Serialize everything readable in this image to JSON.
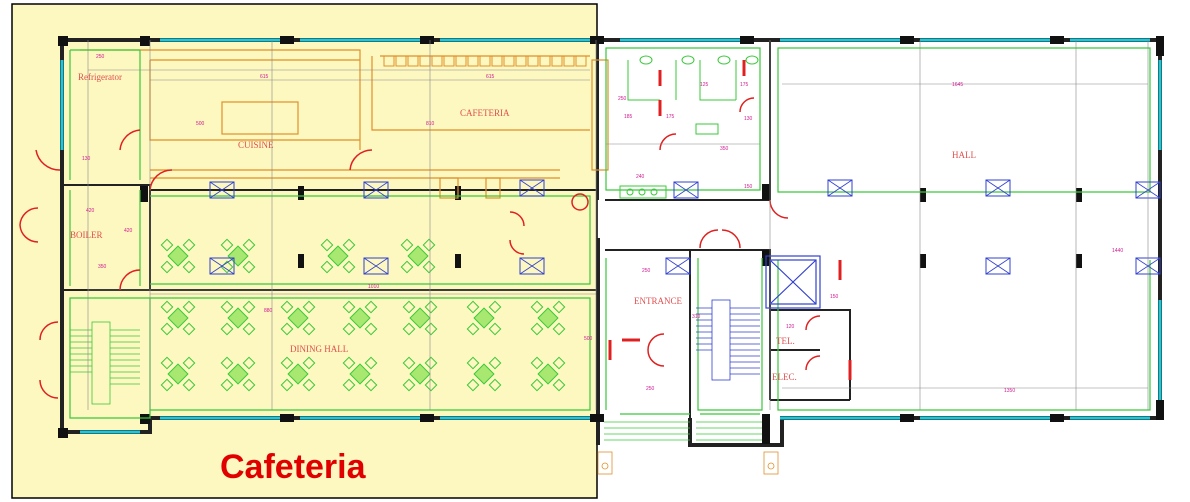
{
  "caption": "Cafeteria",
  "rooms": {
    "refrigerator": "Refrigerator",
    "cuisine": "CUISINE",
    "cafeteria": "CAFETERIA",
    "boiler": "BOILER",
    "dining_hall": "DINING HALL",
    "entrance": "ENTRANCE",
    "tel": "TEL.",
    "elec": "ELEC.",
    "hall": "HALL"
  },
  "dimensions": {
    "d1": "250",
    "d2": "615",
    "d3": "615",
    "d4": "500",
    "d5": "810",
    "d6": "130",
    "d7": "420",
    "d8": "420",
    "d9": "350",
    "d10": "1010",
    "d11": "880",
    "d12": "500",
    "d13": "1645",
    "d14": "1440",
    "d15": "1350",
    "d16": "240",
    "d17": "350",
    "d18": "150",
    "d19": "250",
    "d20": "125",
    "d21": "175",
    "d22": "185",
    "d23": "130",
    "d24": "150",
    "d25": "250",
    "d26": "250",
    "d27": "310",
    "d28": "120",
    "d29": "175"
  },
  "colors": {
    "highlight_fill": "#fdf7c0",
    "highlight_border": "#000000",
    "wall": "#222222",
    "window": "#1ec8d8",
    "furniture": "#e0902a",
    "green_lines": "#3ac83a",
    "dimension": "#d01890",
    "door": "#e02020",
    "hatch": "#2040d0",
    "caption": "#e00000"
  }
}
